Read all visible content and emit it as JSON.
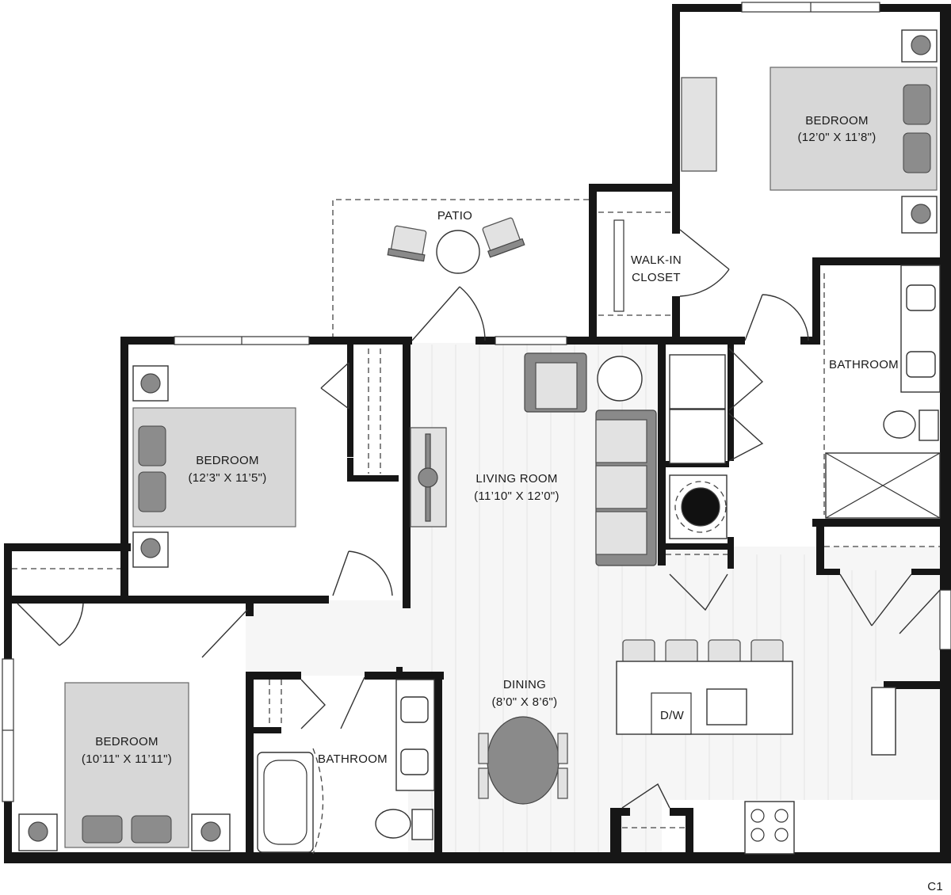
{
  "plan_code": "C1",
  "rooms": {
    "patio": {
      "name": "PATIO"
    },
    "walk_in_closet": {
      "line1": "WALK-IN",
      "line2": "CLOSET"
    },
    "bedroom_master": {
      "name": "BEDROOM",
      "size": "(12’0\" X 11’8\")"
    },
    "bathroom_master": {
      "name": "BATHROOM"
    },
    "bedroom_2": {
      "name": "BEDROOM",
      "size": "(12’3\" X 11’5\")"
    },
    "living_room": {
      "name": "LIVING ROOM",
      "size": "(11’10\" X 12’0\")"
    },
    "dining": {
      "name": "DINING",
      "size": "(8’0\" X 8’6\")"
    },
    "bedroom_3": {
      "name": "BEDROOM",
      "size": "(10’11\" X 11’11\")"
    },
    "bathroom_2": {
      "name": "BATHROOM"
    },
    "dishwasher": {
      "name": "D/W"
    }
  }
}
